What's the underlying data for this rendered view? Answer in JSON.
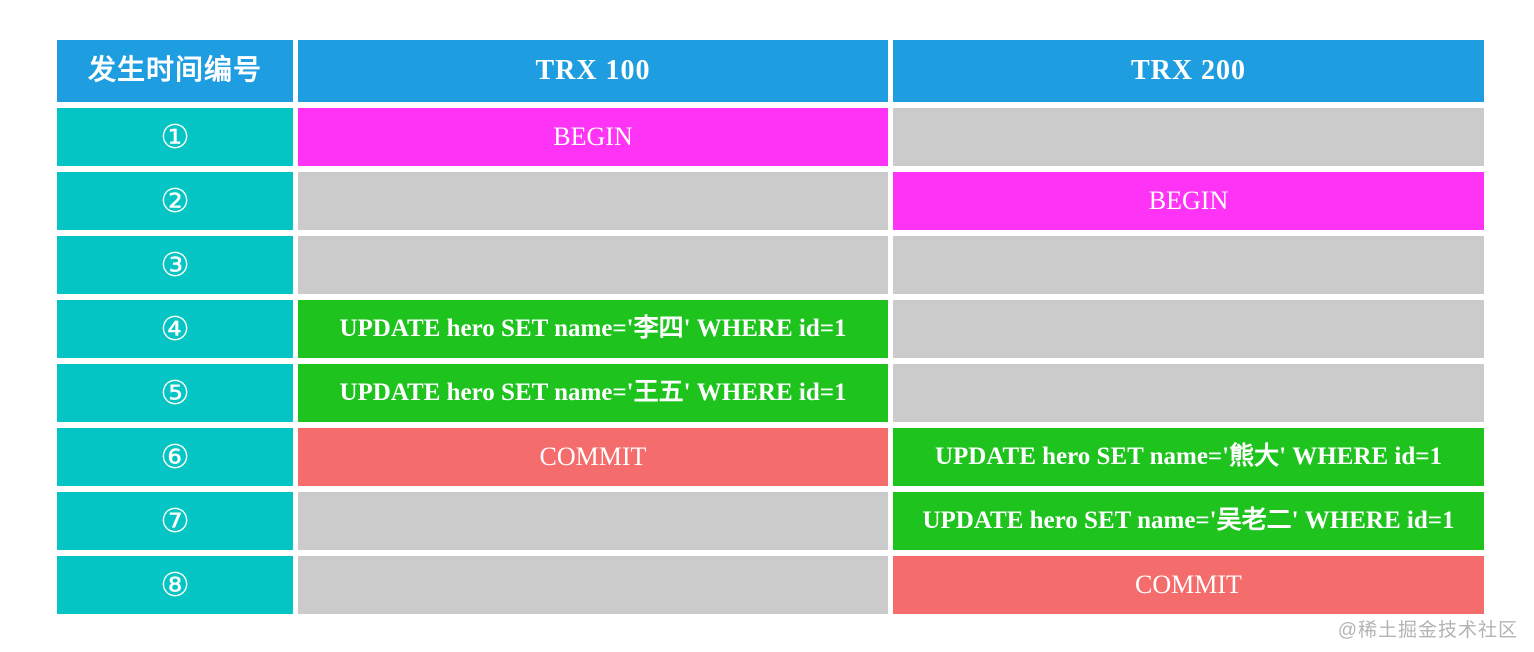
{
  "colors": {
    "header_blue": "#1E9EE0",
    "seq_cyan": "#05C4C4",
    "begin_magenta": "#FF33F5",
    "update_green": "#1EC31E",
    "commit_red": "#F56C6C",
    "empty_gray": "#CBCBCB",
    "text_white": "#FFFFFF",
    "watermark_gray": "#B3B3B3"
  },
  "table": {
    "headers": [
      {
        "label": "发生时间编号"
      },
      {
        "label": "TRX 100"
      },
      {
        "label": "TRX 200"
      }
    ],
    "rows": [
      {
        "seq": "①",
        "trx100": {
          "text": "BEGIN",
          "type": "begin"
        },
        "trx200": {
          "text": "",
          "type": "empty"
        }
      },
      {
        "seq": "②",
        "trx100": {
          "text": "",
          "type": "empty"
        },
        "trx200": {
          "text": "BEGIN",
          "type": "begin"
        }
      },
      {
        "seq": "③",
        "trx100": {
          "text": "",
          "type": "empty"
        },
        "trx200": {
          "text": "",
          "type": "empty"
        }
      },
      {
        "seq": "④",
        "trx100": {
          "text": "UPDATE hero SET name='李四' WHERE id=1",
          "type": "update"
        },
        "trx200": {
          "text": "",
          "type": "empty"
        }
      },
      {
        "seq": "⑤",
        "trx100": {
          "text": "UPDATE hero SET name='王五' WHERE id=1",
          "type": "update"
        },
        "trx200": {
          "text": "",
          "type": "empty"
        }
      },
      {
        "seq": "⑥",
        "trx100": {
          "text": "COMMIT",
          "type": "commit"
        },
        "trx200": {
          "text": "UPDATE hero SET name='熊大' WHERE id=1",
          "type": "update"
        }
      },
      {
        "seq": "⑦",
        "trx100": {
          "text": "",
          "type": "empty"
        },
        "trx200": {
          "text": "UPDATE hero SET name='吴老二' WHERE id=1",
          "type": "update"
        }
      },
      {
        "seq": "⑧",
        "trx100": {
          "text": "",
          "type": "empty"
        },
        "trx200": {
          "text": "COMMIT",
          "type": "commit"
        }
      }
    ]
  },
  "watermark": "@稀土掘金技术社区"
}
